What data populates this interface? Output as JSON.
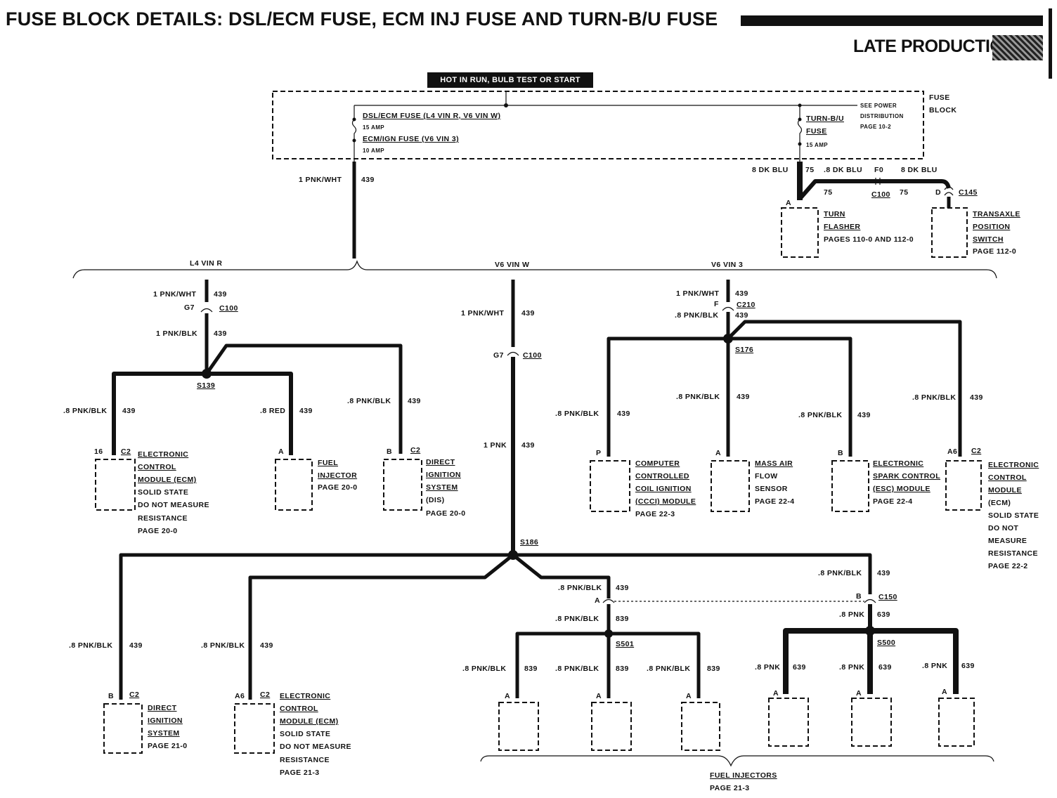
{
  "title": "FUSE BLOCK DETAILS: DSL/ECM FUSE, ECM INJ FUSE AND TURN-B/U FUSE",
  "subtitle": "LATE PRODUCTION",
  "hot_label": "HOT IN RUN, BULB TEST OR START",
  "fuse_block": {
    "fuse1_name": "DSL/ECM FUSE (L4 VIN R, V6 VIN W)",
    "fuse1_amp": "15 AMP",
    "fuse2_name": "ECM/IGN FUSE (V6 VIN 3)",
    "fuse2_amp": "10 AMP",
    "turn_fuse_line1": "TURN-B/U",
    "turn_fuse_line2": "FUSE",
    "turn_fuse_amp": "15 AMP",
    "see_power_1": "SEE POWER",
    "see_power_2": "DISTRIBUTION",
    "see_power_3": "PAGE 10-2",
    "label_1": "FUSE",
    "label_2": "BLOCK"
  },
  "wires": {
    "main_wire": "1 PNK/WHT",
    "main_circuit": "439",
    "turn_wire": "8 DK BLU",
    "turn_circuit": "75",
    "turn_wire_2": ".8 DK BLU",
    "turn_circuit_2": "75",
    "turn_wire_3": "8 DK BLU",
    "turn_circuit_3": "75",
    "connector_f0": "F0",
    "connector_c100": "C100",
    "connector_d": "D",
    "connector_c145": "C145",
    "pin_a": "A"
  },
  "turn_flasher": {
    "line1": "TURN",
    "line2": "FLASHER",
    "line3": "PAGES 110-0 AND 112-0"
  },
  "transaxle": {
    "line1": "TRANSAXLE",
    "line2": "POSITION",
    "line3": "SWITCH",
    "line4": "PAGE 112-0"
  },
  "variants": {
    "l4": "L4 VIN R",
    "v6w": "V6 VIN W",
    "v63": "V6 VIN 3"
  },
  "l4": {
    "wire_top": "1 PNK/WHT",
    "circ_top": "439",
    "conn_pin": "G7",
    "conn": "C100",
    "wire_mid": "1 PNK/BLK",
    "circ_mid": "439",
    "splice": "S139",
    "branch1_wire": ".8 PNK/BLK",
    "branch1_circ": "439",
    "branch2_wire": ".8 RED",
    "branch2_circ": "439",
    "branch3_wire": ".8 PNK/BLK",
    "branch3_circ": "439",
    "ecm_pin": "16",
    "ecm_conn": "C2",
    "ecm": [
      "ELECTRONIC",
      "CONTROL",
      "MODULE (ECM)",
      "SOLID STATE",
      "DO NOT MEASURE",
      "RESISTANCE",
      "PAGE 20-0"
    ],
    "inj_pin": "A",
    "inj": [
      "FUEL",
      "INJECTOR",
      "PAGE 20-0"
    ],
    "dis_pin": "B",
    "dis_conn": "C2",
    "dis": [
      "DIRECT",
      "IGNITION",
      "SYSTEM",
      "(DIS)",
      "PAGE 20-0"
    ]
  },
  "v6w": {
    "wire_top": "1 PNK/WHT",
    "circ_top": "439",
    "conn_pin": "G7",
    "conn": "C100",
    "wire_mid": "1 PNK",
    "circ_mid": "439",
    "splice": "S186",
    "left_wire": ".8 PNK/BLK",
    "left_circ": "439",
    "mid_wire": ".8 PNK/BLK",
    "mid_circ": "439",
    "dis_pin": "B",
    "dis_conn": "C2",
    "dis": [
      "DIRECT",
      "IGNITION",
      "SYSTEM",
      "PAGE 21-0"
    ],
    "ecm_pin": "A6",
    "ecm_conn": "C2",
    "ecm": [
      "ELECTRONIC",
      "CONTROL",
      "MODULE (ECM)",
      "SOLID STATE",
      "DO NOT MEASURE",
      "RESISTANCE",
      "PAGE 21-3"
    ],
    "inj_a_wire": ".8 PNK/BLK",
    "inj_a_circ": "439",
    "inj_a_pin": "A",
    "inj_a_wire2": ".8 PNK/BLK",
    "inj_a_circ2": "839",
    "splice_501": "S501",
    "inj_b_wire": ".8 PNK/BLK",
    "inj_b_circ": "439",
    "inj_b_pin": "B",
    "inj_b_conn": "C150",
    "inj_b_wire2": ".8 PNK",
    "inj_b_circ2": "639",
    "splice_500": "S500",
    "inj_wire_839": ".8 PNK/BLK",
    "inj_circ_839": "839",
    "inj_wire_639": ".8 PNK",
    "inj_circ_639": "639",
    "inj_pin": "A",
    "fuel_injectors": "FUEL INJECTORS",
    "fuel_injectors_page": "PAGE 21-3"
  },
  "v63": {
    "wire_top": "1 PNK/WHT",
    "circ_top": "439",
    "conn_pin": "F",
    "conn": "C210",
    "wire_mid": ".8 PNK/BLK",
    "circ_mid": "439",
    "splice": "S176",
    "b1_wire": ".8 PNK/BLK",
    "b1_circ": "439",
    "b2_wire": ".8 PNK/BLK",
    "b2_circ": "439",
    "b3_wire": ".8 PNK/BLK",
    "b3_circ": "439",
    "b4_wire": ".8 PNK/BLK",
    "b4_circ": "439",
    "ccci_pin": "P",
    "ccci": [
      "COMPUTER",
      "CONTROLLED",
      "COIL IGNITION",
      "(CCCI) MODULE",
      "PAGE 22-3"
    ],
    "maf_pin": "A",
    "maf": [
      "MASS AIR",
      "FLOW",
      "SENSOR",
      "PAGE 22-4"
    ],
    "esc_pin": "B",
    "esc": [
      "ELECTRONIC",
      "SPARK CONTROL",
      "(ESC) MODULE",
      "PAGE 22-4"
    ],
    "ecm_pin": "A6",
    "ecm_conn": "C2",
    "ecm": [
      "ELECTRONIC",
      "CONTROL",
      "MODULE",
      "(ECM)",
      "SOLID STATE",
      "DO NOT",
      "MEASURE",
      "RESISTANCE",
      "PAGE 22-2"
    ]
  }
}
